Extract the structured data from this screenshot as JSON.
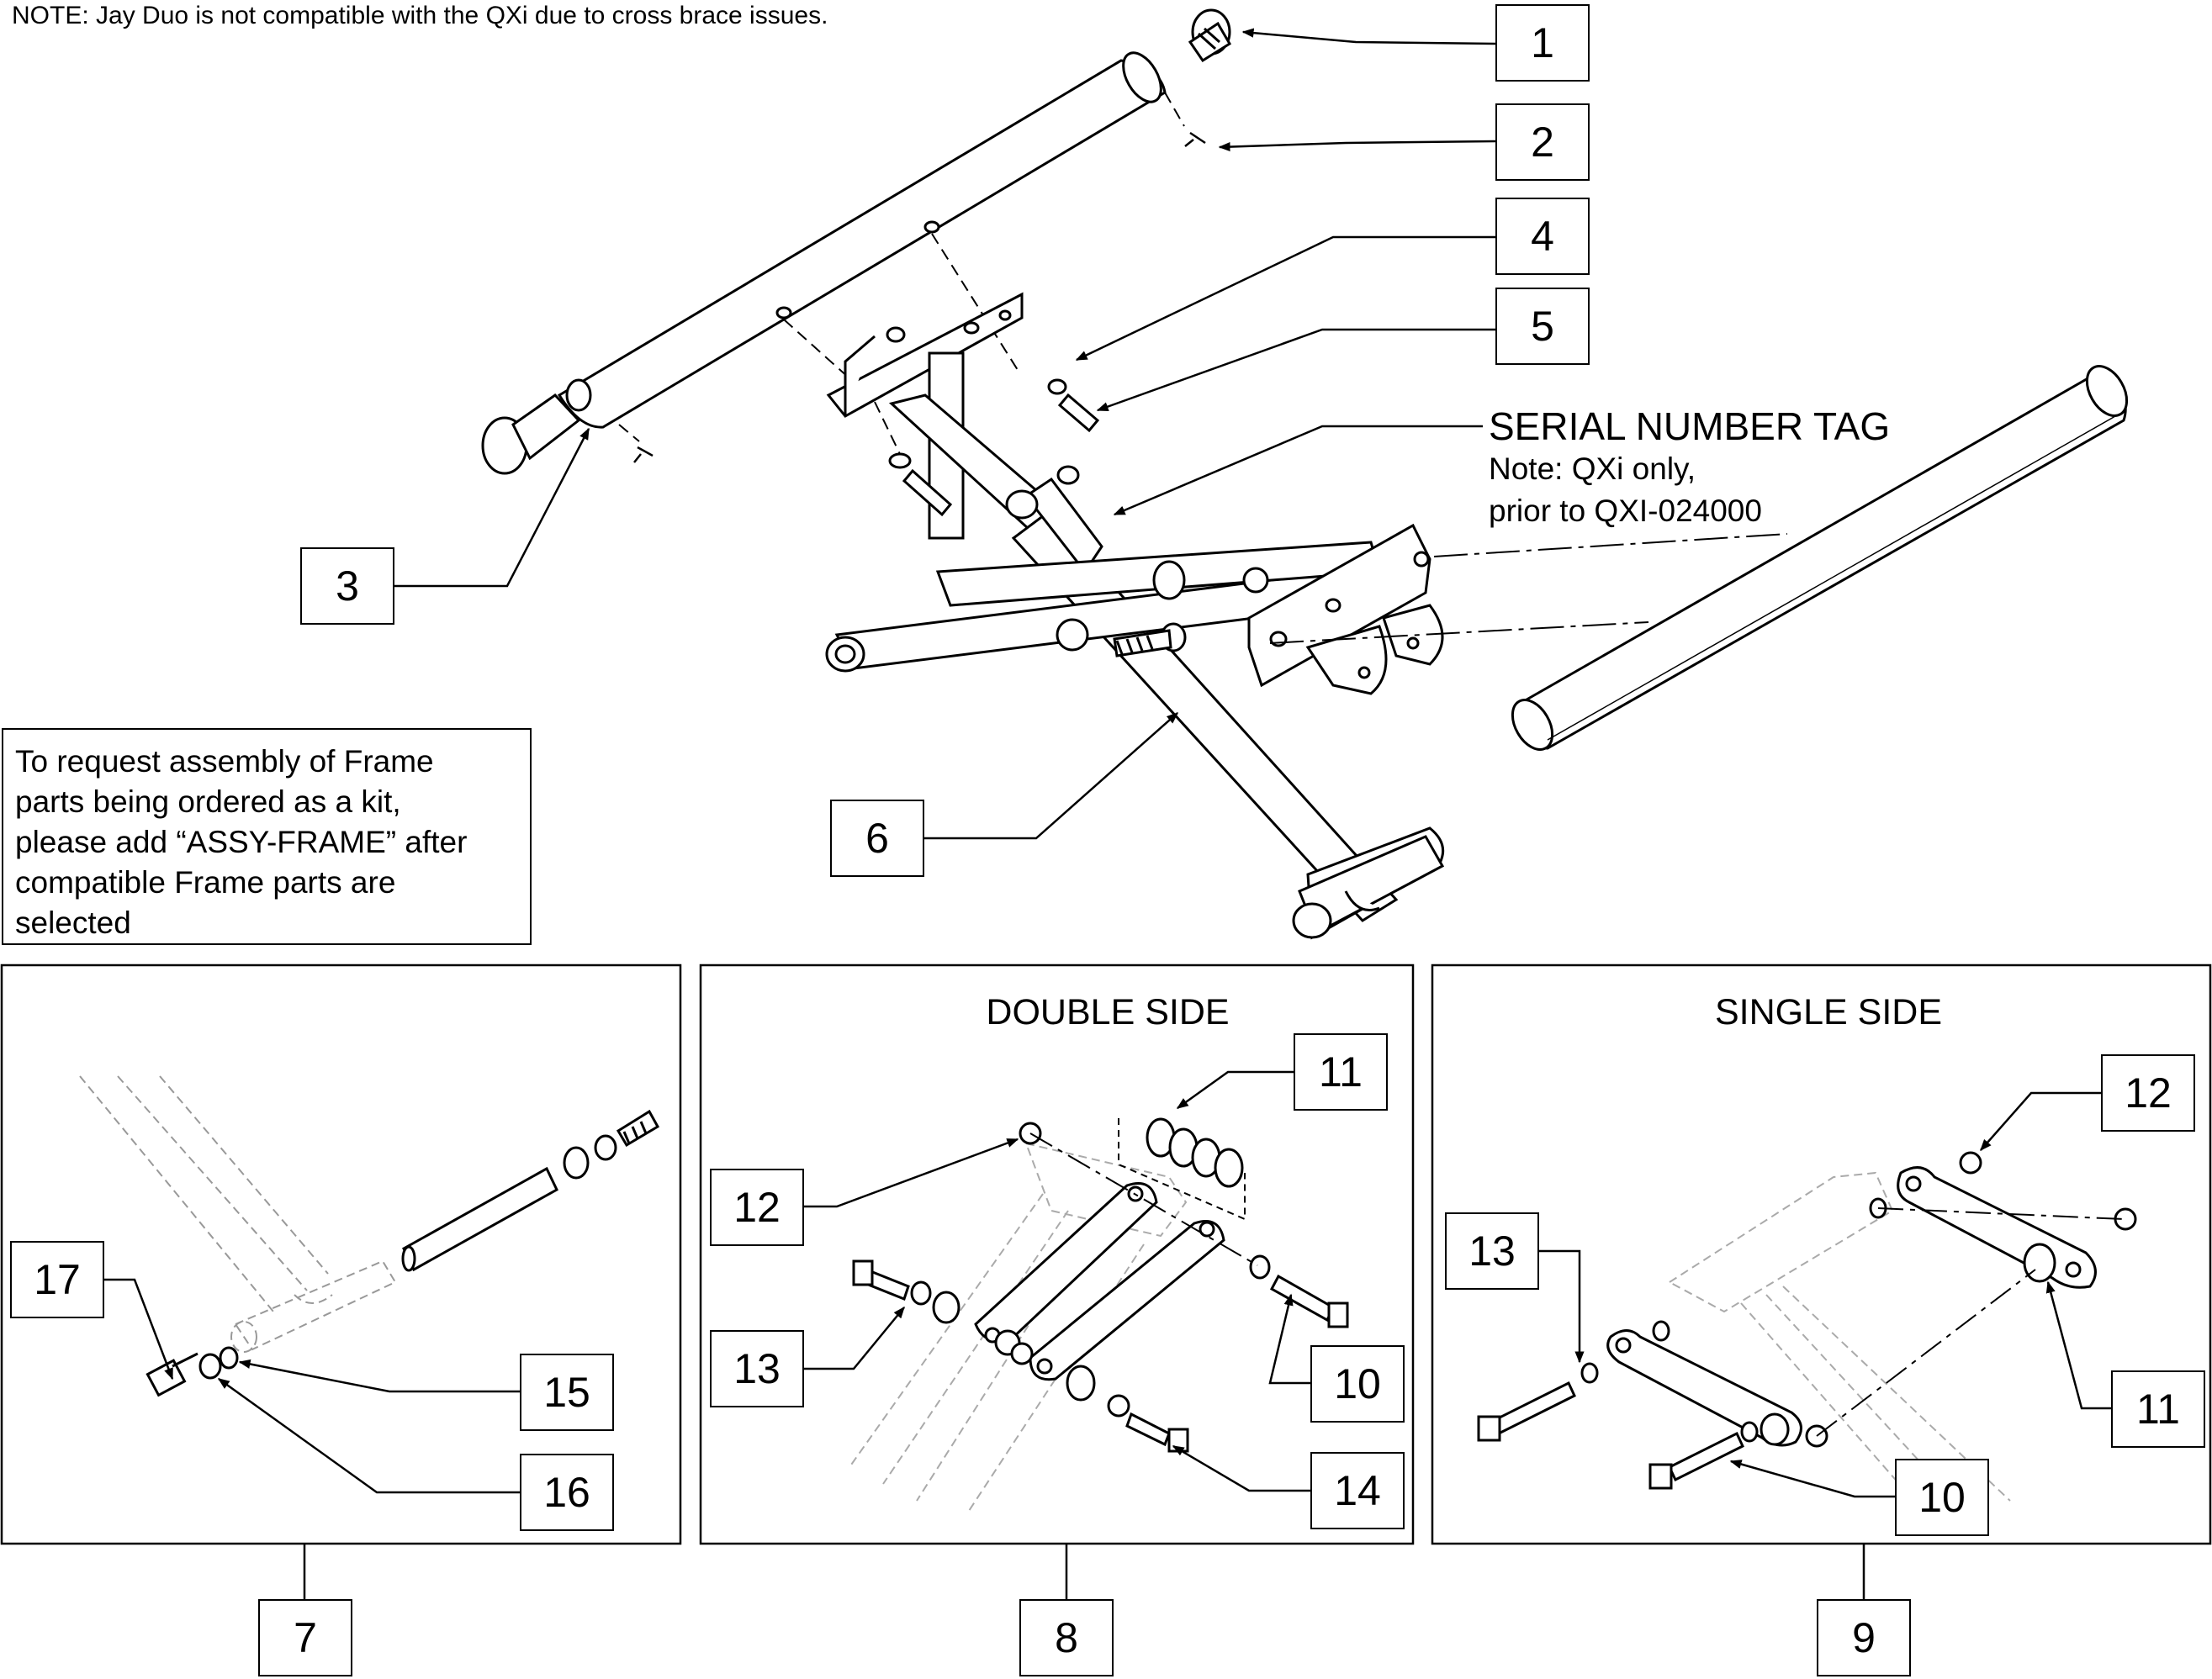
{
  "note": "NOTE: Jay Duo is not compatible with the QXi due to cross brace issues.",
  "serial_tag": {
    "title": "SERIAL NUMBER TAG",
    "note_line1": "Note: QXi only,",
    "note_line2": "prior to QXI-024000"
  },
  "assembly_note": {
    "lines": [
      "To request assembly of Frame",
      "parts being ordered as a kit,",
      "please add “ASSY-FRAME” after",
      "compatible Frame parts are",
      "selected"
    ]
  },
  "panels": {
    "double_side_title": "DOUBLE SIDE",
    "single_side_title": "SINGLE SIDE"
  },
  "callouts": {
    "main": [
      "1",
      "2",
      "3",
      "4",
      "5",
      "6"
    ],
    "panel_7": [
      "17",
      "15",
      "16"
    ],
    "panel_8": [
      "12",
      "11",
      "13",
      "10",
      "14"
    ],
    "panel_9": [
      "12",
      "13",
      "11",
      "10"
    ],
    "panel_ids": [
      "7",
      "8",
      "9"
    ]
  }
}
